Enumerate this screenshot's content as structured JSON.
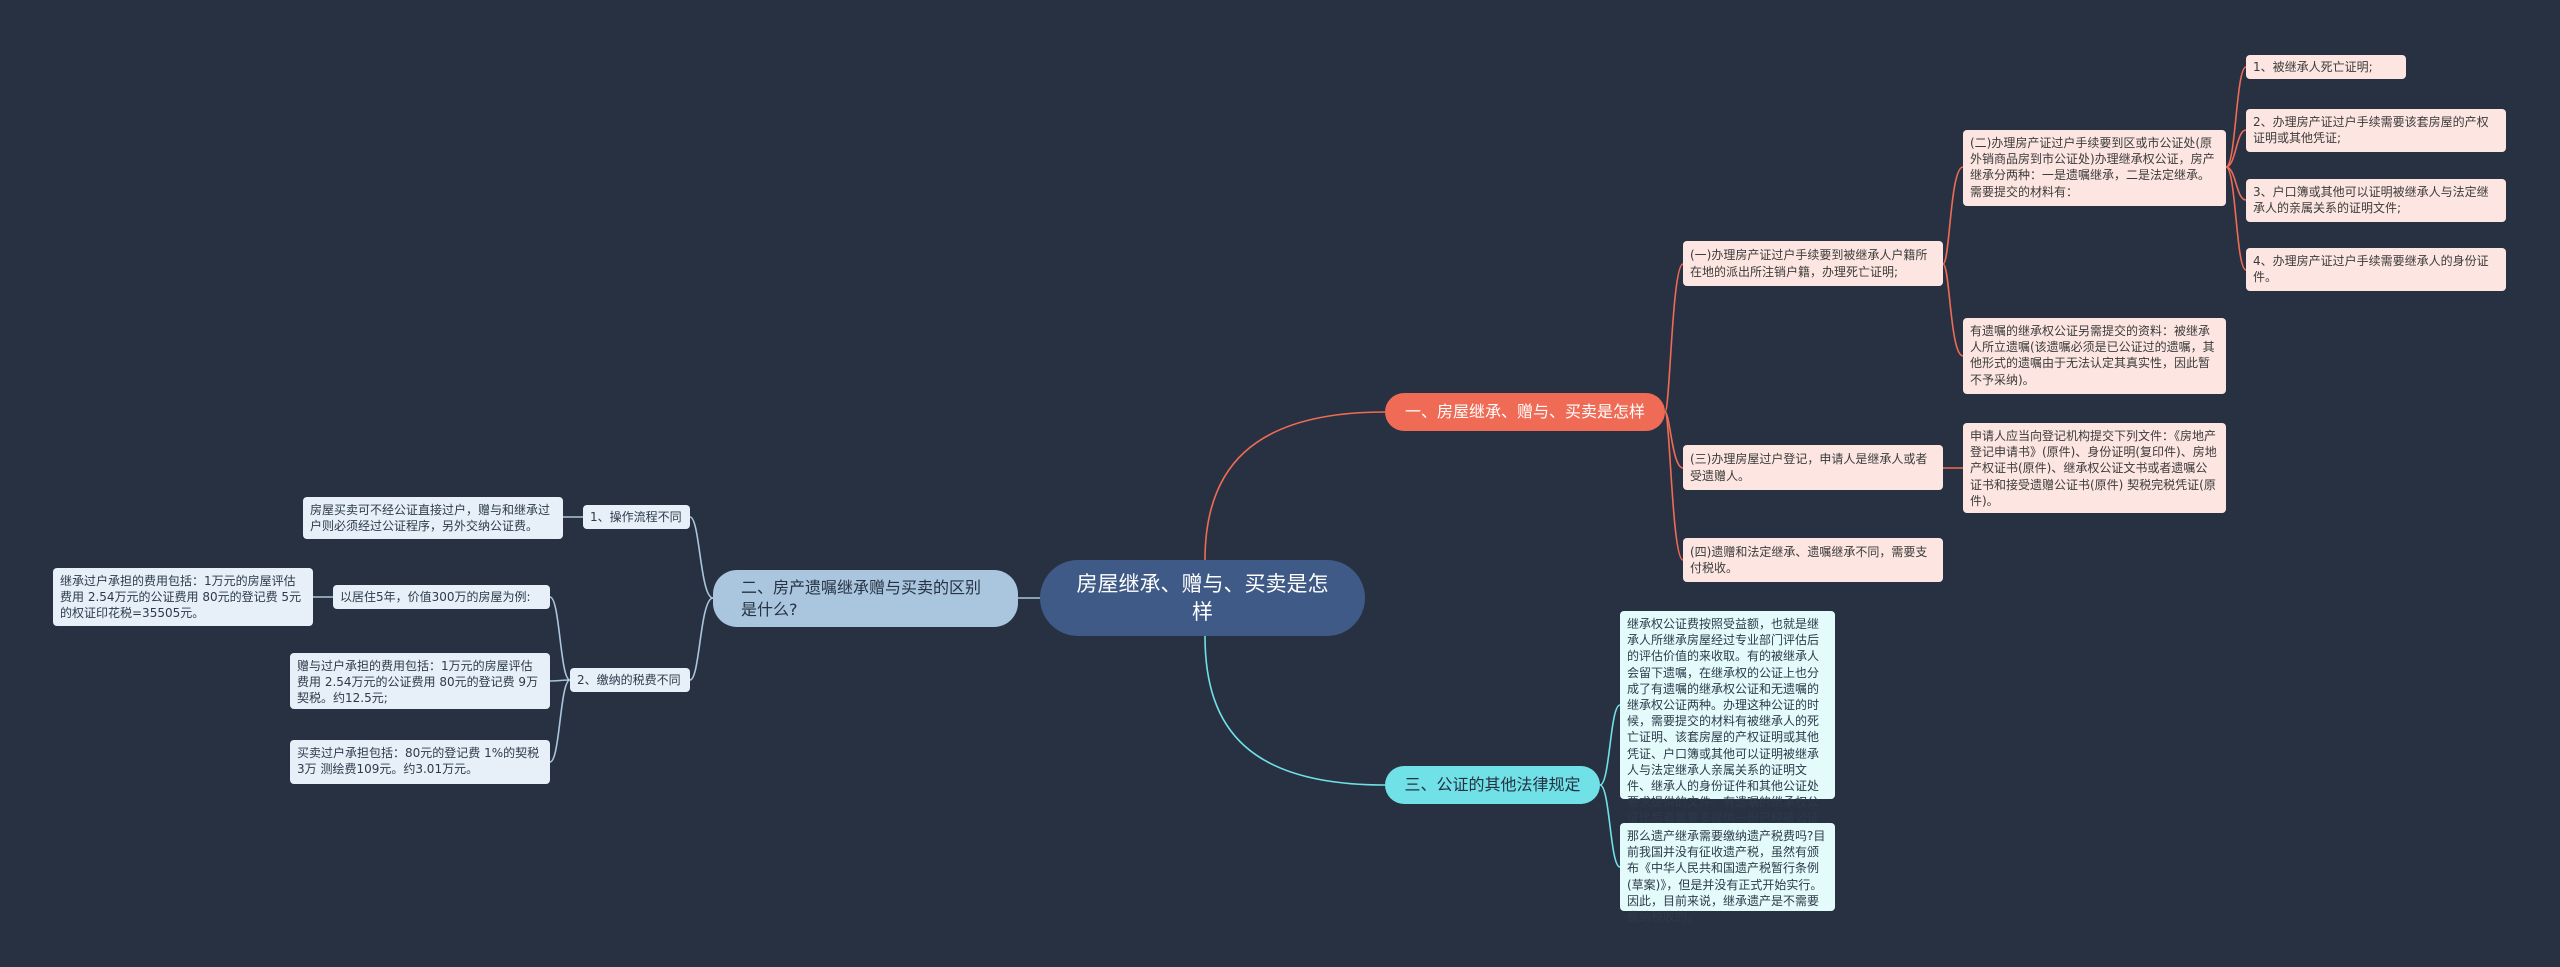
{
  "root": "房屋继承、赠与、买卖是怎样",
  "branch1": {
    "title": "一、房屋继承、赠与、买卖是怎样",
    "n1": "(一)办理房产证过户手续要到被继承人户籍所在地的派出所注销户籍，办理死亡证明;",
    "n1a": "(二)办理房产证过户手续要到区或市公证处(原外销商品房到市公证处)办理继承权公证，房产继承分两种：一是遗嘱继承，二是法定继承。需要提交的材料有：",
    "n1a_items": [
      "1、被继承人死亡证明;",
      "2、办理房产证过户手续需要该套房屋的产权证明或其他凭证;",
      "3、户口簿或其他可以证明被继承人与法定继承人的亲属关系的证明文件;",
      "4、办理房产证过户手续需要继承人的身份证件。"
    ],
    "n1b": "有遗嘱的继承权公证另需提交的资料：被继承人所立遗嘱(该遗嘱必须是已公证过的遗嘱，其他形式的遗嘱由于无法认定其真实性，因此暂不予采纳)。",
    "n2": "(三)办理房屋过户登记，申请人是继承人或者受遗赠人。",
    "n2a": "申请人应当向登记机构提交下列文件：《房地产登记申请书》(原件)、身份证明(复印件)、房地产权证书(原件)、继承权公证文书或者遗嘱公证书和接受遗赠公证书(原件) 契税完税凭证(原件)。",
    "n3": "(四)遗赠和法定继承、遗嘱继承不同，需要支付税收。"
  },
  "branch2": {
    "title": "二、房产遗嘱继承赠与买卖的区别是什么?",
    "c1": "1、操作流程不同",
    "c1a": "房屋买卖可不经公证直接过户，赠与和继承过户则必须经过公证程序，另外交纳公证费。",
    "c2": "2、缴纳的税费不同",
    "c2a": "以居住5年，价值300万的房屋为例:",
    "c2a1": "继承过户承担的费用包括：1万元的房屋评估费用 2.54万元的公证费用 80元的登记费 5元的权证印花税=35505元。",
    "c2b": "赠与过户承担的费用包括：1万元的房屋评估费用 2.54万元的公证费用 80元的登记费 9万 契税。约12.5元;",
    "c2c": "买卖过户承担包括：80元的登记费 1%的契税3万 测绘费109元。约3.01万元。"
  },
  "branch3": {
    "title": "三、公证的其他法律规定",
    "d1": "继承权公证费按照受益额，也就是继承人所继承房屋经过专业部门评估后的评估价值的来收取。有的被继承人会留下遗嘱，在继承权的公证上也分成了有遗嘱的继承权公证和无遗嘱的继承权公证两种。办理这种公证的时候，需要提交的材料有被继承人的死亡证明、该套房屋的产权证明或其他凭证、户口簿或其他可以证明被继承人与法定继承人亲属关系的证明文件、继承人的身份证件和其他公证处要求提供的文件。有遗嘱的继承权公证比后者需要多提供一份已经被公证过的遗嘱。",
    "d2": "那么遗产继承需要缴纳遗产税费吗?目前我国并没有征收遗产税，虽然有颁布《中华人民共和国遗产税暂行条例(草案)》，但是并没有正式开始实行。因此，目前来说，继承遗产是不需要缴纳税收的。"
  },
  "colors": {
    "background": "#283142",
    "root": "#3f5a86",
    "red": "#ef6b55",
    "blue": "#a9c6de",
    "cyan": "#6fe1e7"
  }
}
